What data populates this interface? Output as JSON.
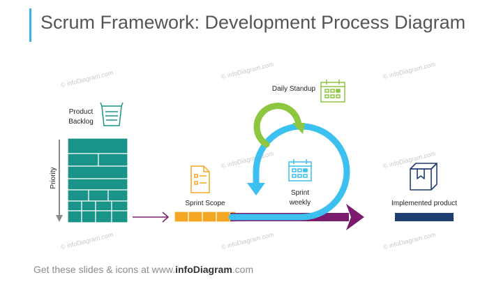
{
  "title": "Scrum Framework: Development Process Diagram",
  "labels": {
    "product_backlog": "Product\nBacklog",
    "priority": "Priority",
    "sprint_scope": "Sprint Scope",
    "daily_standup": "Daily Standup",
    "sprint_weekly": "Sprint\nweekly",
    "implemented_product": "Implemented product"
  },
  "footer": {
    "prefix": "Get these slides & icons at www.",
    "brand": "infoDiagram",
    "suffix": ".com"
  },
  "watermark": "© infoDiagram.com",
  "colors": {
    "title_accent": "#3bb3e6",
    "backlog": "#1a9488",
    "arrow_purple": "#7b1c6e",
    "sprint_scope": "#f5a623",
    "loop_blue": "#3bc0f0",
    "loop_green": "#8dc63f",
    "product": "#1f3f73"
  },
  "icons": {
    "backlog": "basket-list-icon",
    "sprint_scope": "document-checklist-icon",
    "daily_standup": "calendar-icon",
    "sprint_weekly": "calendar-icon",
    "product": "box-icon"
  }
}
